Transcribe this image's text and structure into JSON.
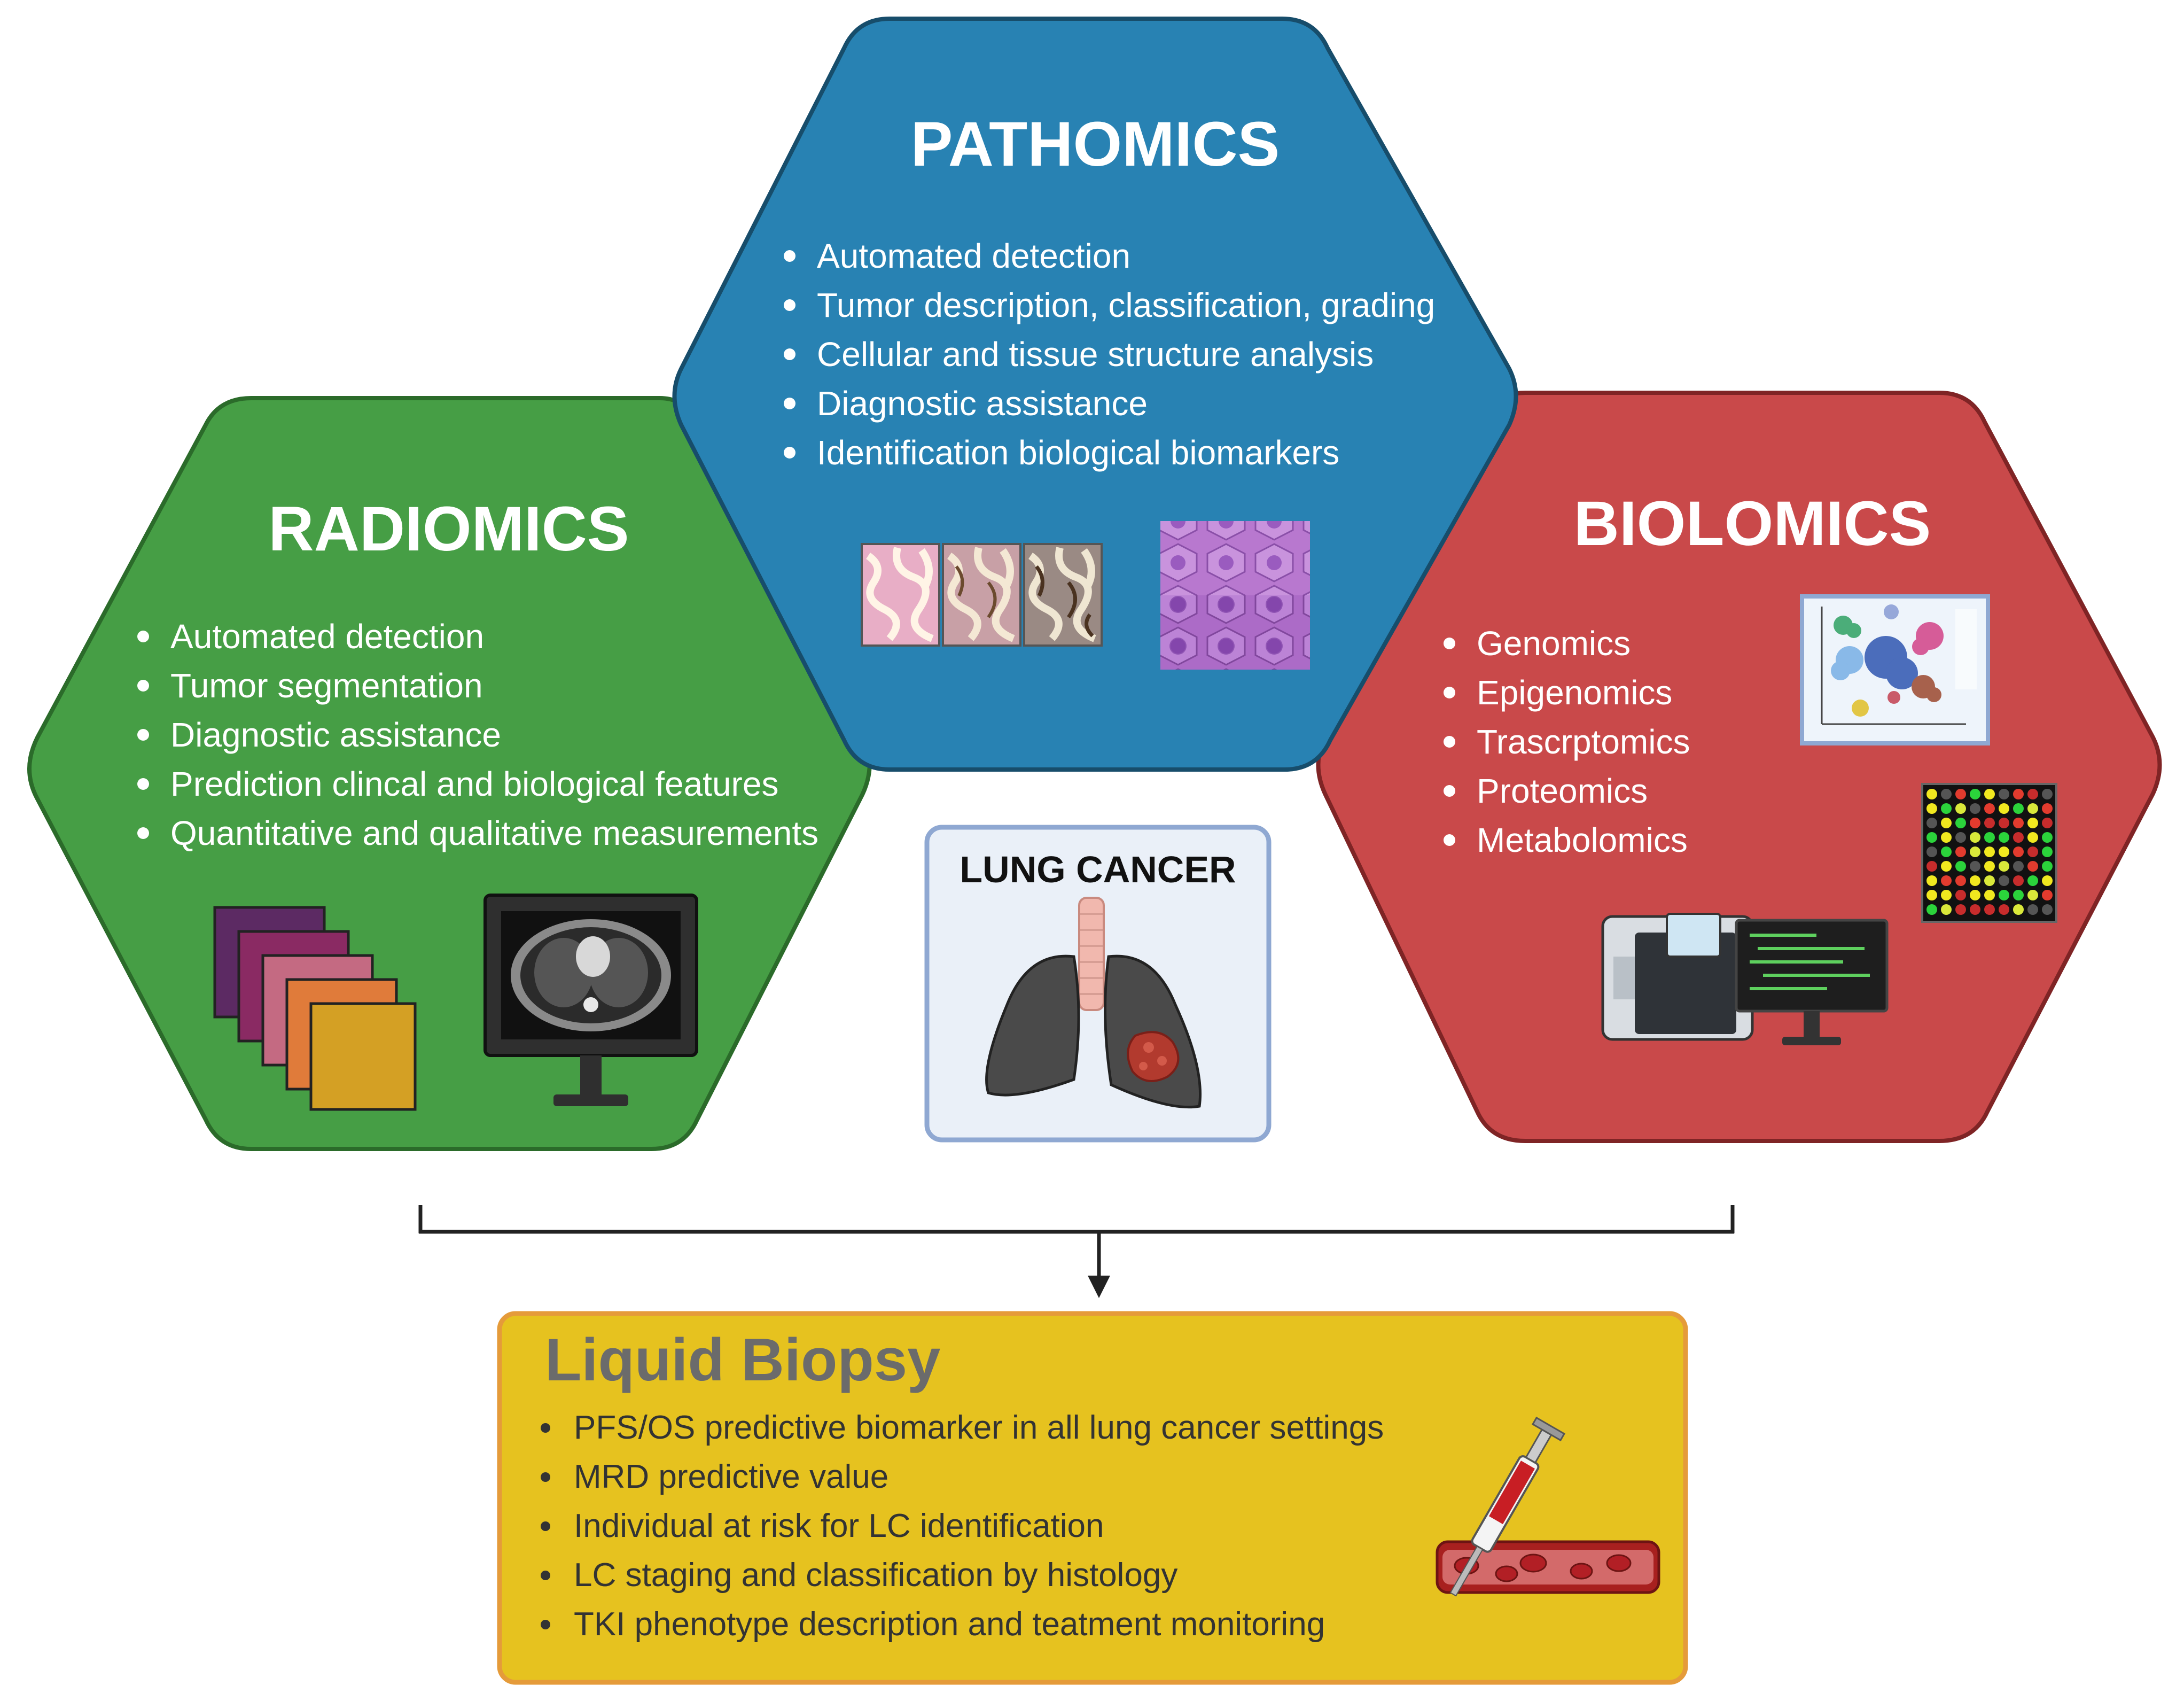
{
  "colors": {
    "pathomics": "#2882b3",
    "radiomics": "#469e45",
    "biolomics": "#c9494a",
    "liquid": "#e6c21f",
    "liquid_border": "#e59b3a",
    "lung_bg": "#eaf0f8",
    "lung_border": "#8fa8d2"
  },
  "pathomics": {
    "title": "PATHOMICS",
    "items": [
      "Automated detection",
      "Tumor description, classification, grading",
      "Cellular and tissue structure analysis",
      "Diagnostic assistance",
      "Identification biological biomarkers"
    ],
    "icons": [
      "histology-slides-icon",
      "cell-tissue-icon"
    ]
  },
  "radiomics": {
    "title": "RADIOMICS",
    "items": [
      "Automated detection",
      "Tumor segmentation",
      "Diagnostic assistance",
      "Prediction clincal and biological features",
      "Quantitative and qualitative measurements"
    ],
    "icons": [
      "image-stack-icon",
      "ct-monitor-icon"
    ]
  },
  "biolomics": {
    "title": "BIOLOMICS",
    "items": [
      "Genomics",
      "Epigenomics",
      "Trascrptomics",
      "Proteomics",
      "Metabolomics"
    ],
    "icons": [
      "tsne-plot-icon",
      "microarray-icon",
      "sequencer-icon"
    ]
  },
  "center": {
    "title": "LUNG CANCER",
    "icon": "lungs-icon"
  },
  "liquid_biopsy": {
    "title": "Liquid Biopsy",
    "items": [
      "PFS/OS predictive biomarker in all lung cancer settings",
      "MRD predictive value",
      "Individual at risk for LC identification",
      "LC staging and classification by histology",
      "TKI phenotype description and teatment monitoring"
    ],
    "icon": "syringe-blood-vessel-icon"
  }
}
